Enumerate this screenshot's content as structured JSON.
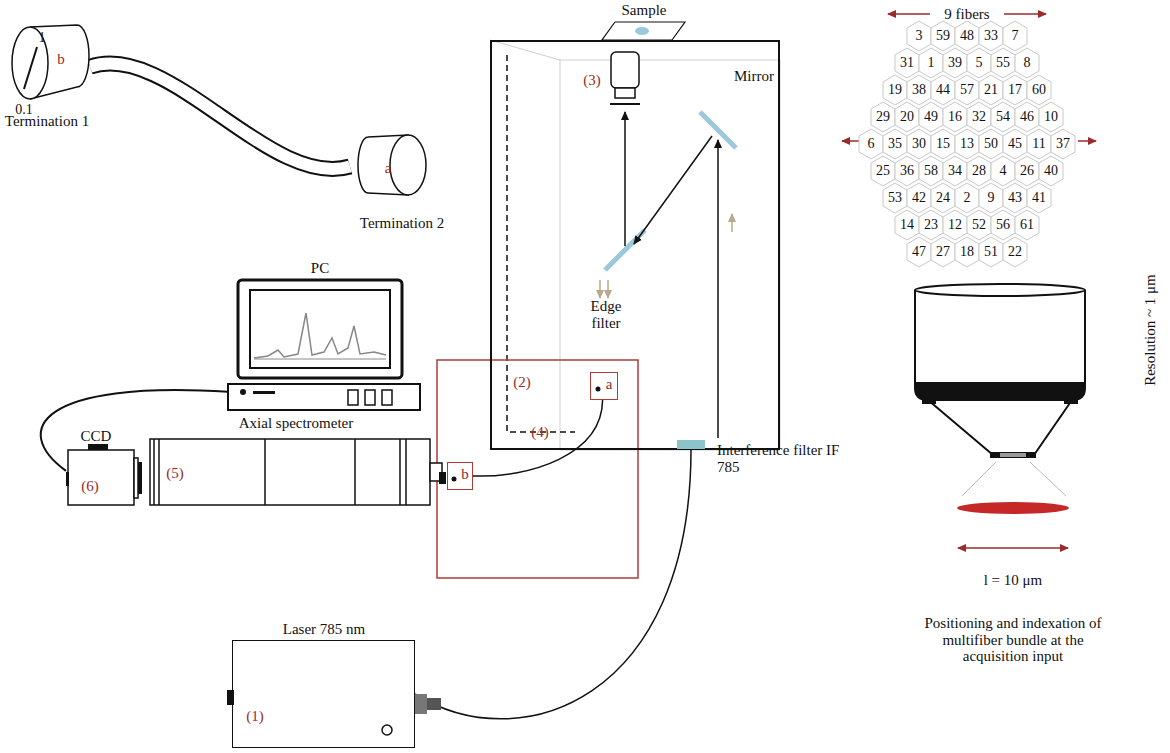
{
  "diagram": {
    "nodes": [
      {
        "text": [
          "b",
          "Termination 1"
        ]
      },
      {
        "text": [
          "a",
          "Termination 2"
        ]
      },
      {
        "text": [
          "(2)"
        ]
      },
      {
        "text": [
          "PC"
        ]
      },
      {
        "text": [
          "CCD",
          "(6)"
        ]
      },
      {
        "text": [
          "Axial spectrometer",
          "(5)"
        ]
      },
      {
        "text": [
          "a"
        ]
      },
      {
        "text": [
          "b"
        ]
      },
      {
        "text": [
          "Interference filter IF 785"
        ]
      },
      {
        "text": [
          "Laser 785 nm",
          "(1)"
        ]
      }
    ],
    "edges": [
      {
        "from": 6,
        "to": 7,
        "arrow": "none",
        "label": "(4)"
      },
      {
        "from": 0,
        "to": 1,
        "arrow": "none"
      },
      {
        "from": 4,
        "to": 3,
        "arrow": "none"
      },
      {
        "from": 9,
        "to": 8,
        "arrow": "none"
      }
    ],
    "labels": [
      "Sample",
      "(3)",
      "Mirror",
      "Edge filter",
      "1",
      "0.1",
      "9 fibers",
      "3",
      "59",
      "48",
      "33",
      "7",
      "31",
      "1",
      "39",
      "5",
      "55",
      "8",
      "19",
      "38",
      "44",
      "57",
      "21",
      "17",
      "60",
      "29",
      "20",
      "49",
      "16",
      "32",
      "54",
      "46",
      "10",
      "6",
      "35",
      "30",
      "15",
      "13",
      "50",
      "45",
      "11",
      "37",
      "25",
      "36",
      "58",
      "34",
      "28",
      "4",
      "26",
      "40",
      "53",
      "42",
      "24",
      "2",
      "9",
      "43",
      "41",
      "14",
      "23",
      "12",
      "52",
      "56",
      "61",
      "47",
      "27",
      "18",
      "51",
      "22",
      "Resolution ~ 1 μm",
      "l = 10 μm",
      "Positioning and indexation of multifiber bundle at the acquisition input"
    ]
  }
}
